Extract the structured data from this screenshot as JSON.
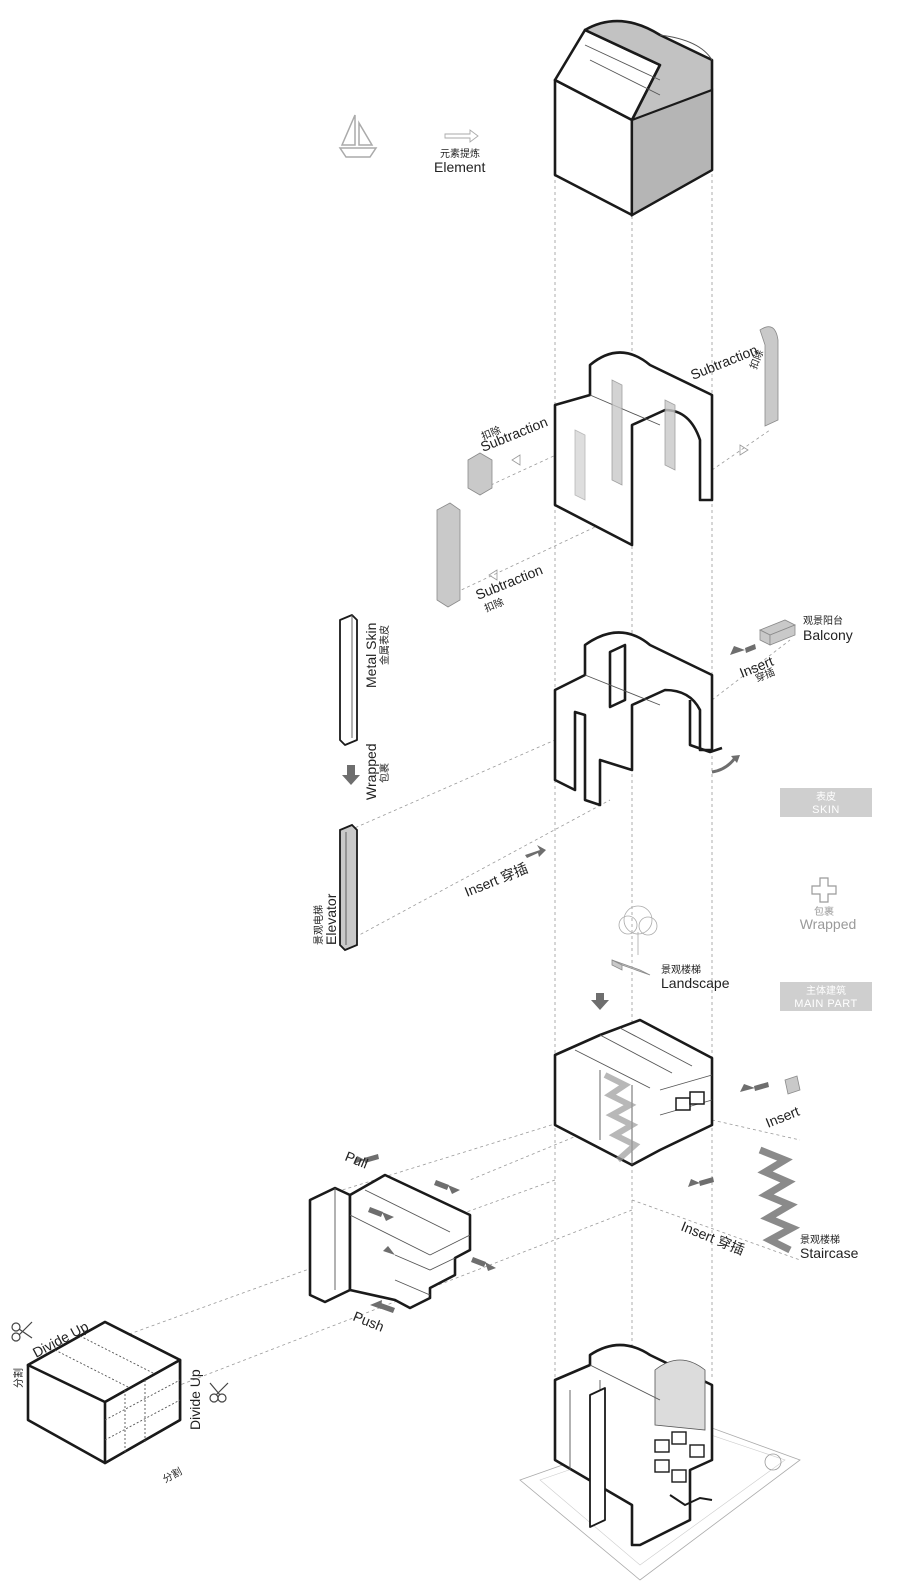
{
  "labels": {
    "element_cn": "元素提炼",
    "element_en": "Element",
    "subtraction_top_en": "Subtraction",
    "subtraction_top_cn": "扣除",
    "subtraction_left_cn": "扣除",
    "subtraction_left_en": "Subtraction",
    "subtraction_bottom_en": "Subtraction",
    "subtraction_bottom_cn": "扣除",
    "metal_skin_en": "Metal Skin",
    "metal_skin_cn": "金属表皮",
    "wrapped_en": "Wrapped",
    "wrapped_cn": "包裹",
    "elevator_cn": "景观电梯",
    "elevator_en": "Elevator",
    "balcony_cn": "观景阳台",
    "balcony_en": "Balcony",
    "insert_balcony_en": "Insert",
    "insert_balcony_cn": "穿插",
    "insert_elevator": "Insert 穿插",
    "landscape_cn": "景观楼梯",
    "landscape_en": "Landscape",
    "insert_right": "Insert",
    "insert_staircase": "Insert 穿插",
    "staircase_cn": "景观楼梯",
    "staircase_en": "Staircase",
    "pull_en": "Pull",
    "push_en": "Push",
    "divide_top_en": "Divide Up",
    "divide_top_cn": "分割",
    "divide_side_en": "Divide Up",
    "divide_side_cn": "分割"
  },
  "tags": {
    "skin_cn": "表皮",
    "skin_en": "SKIN",
    "main_cn": "主体建筑",
    "main_en": "MAIN PART"
  },
  "legend": {
    "wrapped_cn": "包裹",
    "wrapped_en": "Wrapped"
  },
  "icons": [
    "sailboat-icon",
    "scissors-icon",
    "plus-icon",
    "tree-icon",
    "arrow-icon"
  ],
  "colors": {
    "line": "#1a1a1a",
    "gray_fill": "#c9c9c9",
    "tag_gray": "#cfcfcf",
    "arrow_gray": "#6e6e6e"
  }
}
